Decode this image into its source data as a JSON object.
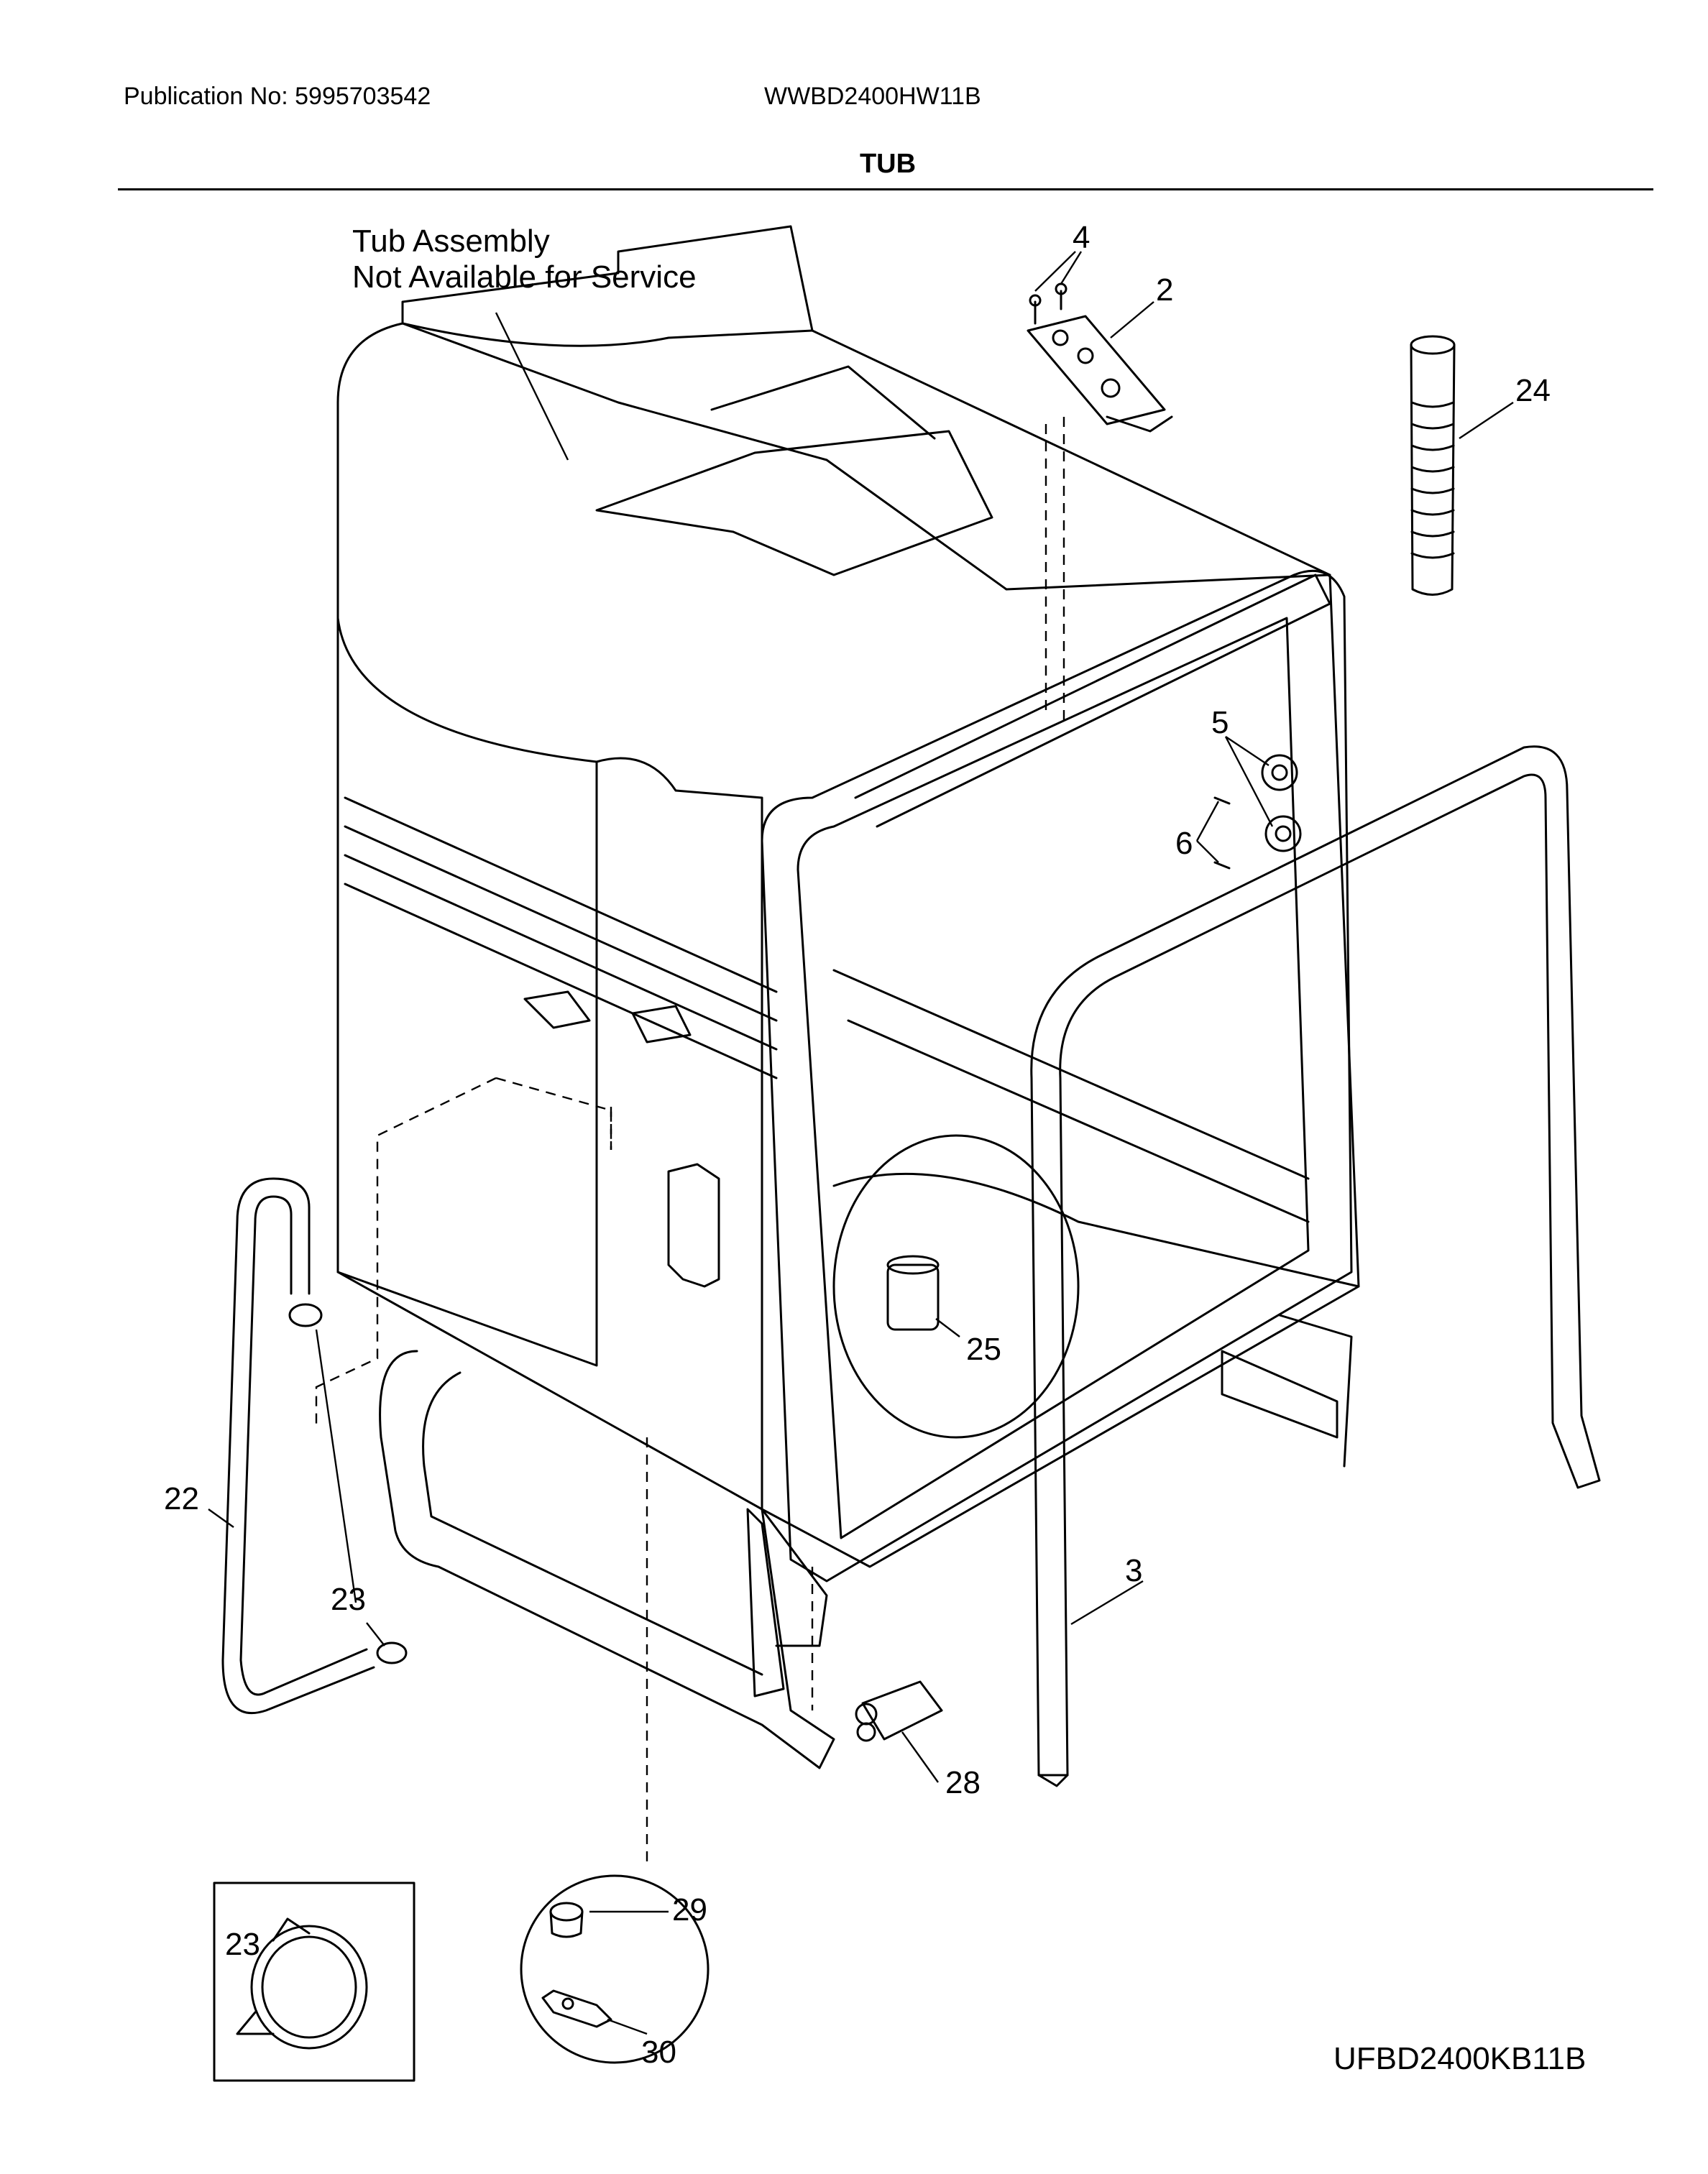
{
  "header": {
    "publication": "Publication No: 5995703542",
    "model": "WWBD2400HW11B",
    "title": "TUB"
  },
  "footer": {
    "model_code": "UFBD2400KB11B"
  },
  "diagram": {
    "note_line1": "Tub Assembly",
    "note_line2": "Not Available for Service",
    "callouts": {
      "p2": "2",
      "p3": "3",
      "p4": "4",
      "p5": "5",
      "p6": "6",
      "p22": "22",
      "p23": "23",
      "p23_detail": "23",
      "p24": "24",
      "p25": "25",
      "p28": "28",
      "p29": "29",
      "p30": "30"
    }
  }
}
